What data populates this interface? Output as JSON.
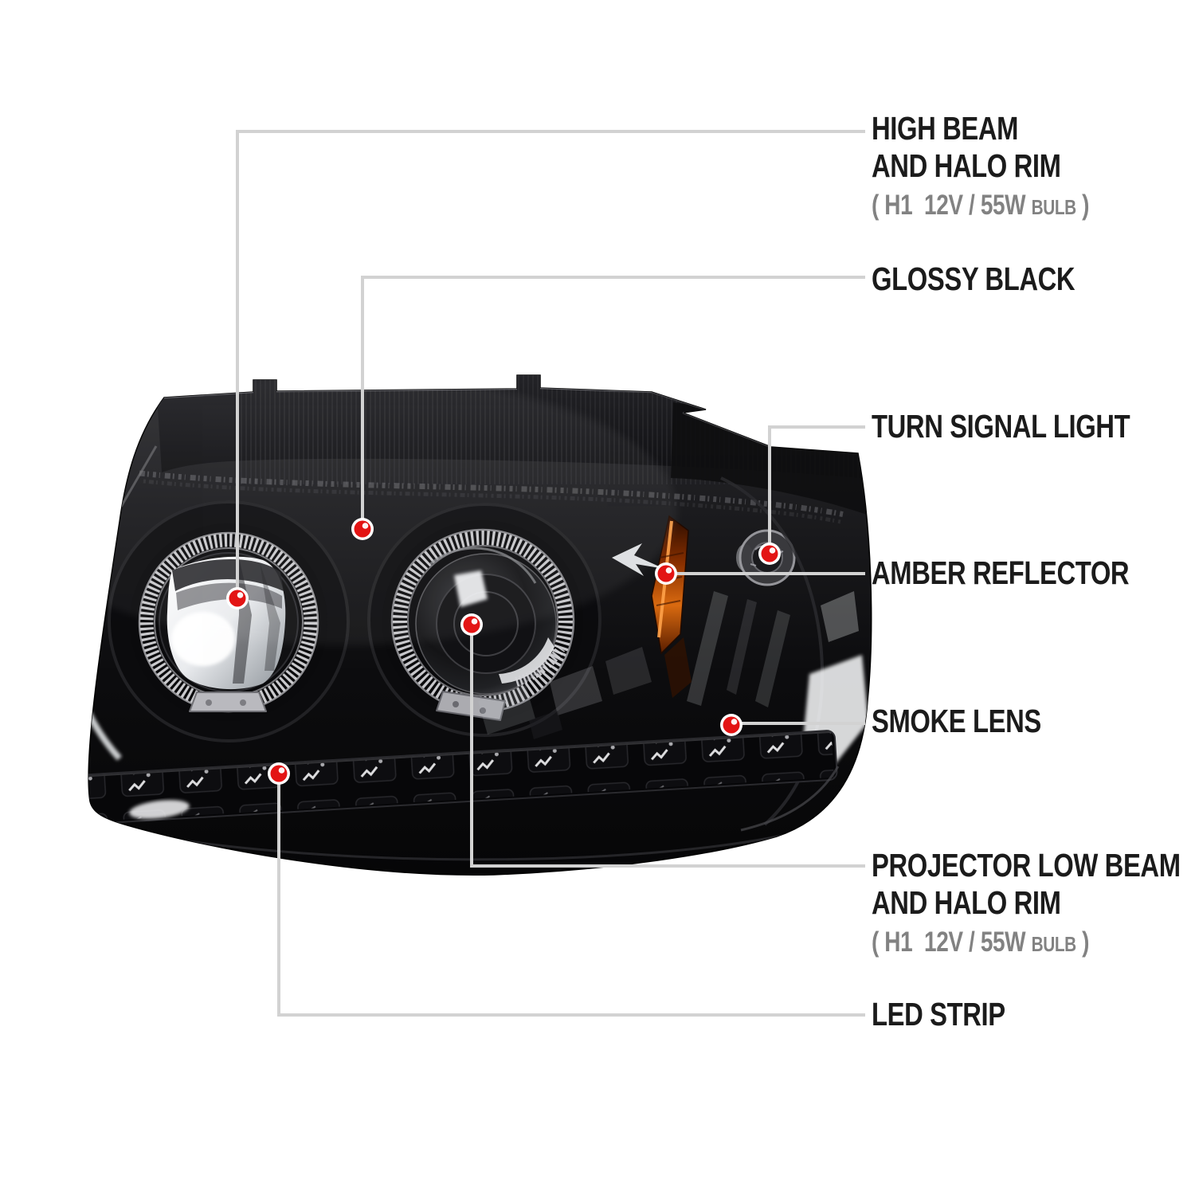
{
  "page": {
    "background": "#ffffff"
  },
  "colors": {
    "marker_red": "#e31414",
    "marker_ring": "#ffffff",
    "leader_line": "#d2d2d2",
    "label_text": "#1b1b1b",
    "label_sub_gray": "#828282",
    "amber_reflector": "#d96a10",
    "housing_black": "#0c0c0e",
    "halo_ring_silver": "#c9c9cc"
  },
  "annotations": [
    {
      "id": "high-beam",
      "line1": "HIGH BEAM",
      "line2": "AND HALO RIM",
      "bulb_open": "( H1  12V / 55W ",
      "bulb_small": "BULB",
      "bulb_close": " )"
    },
    {
      "id": "glossy-black",
      "line1": "GLOSSY BLACK"
    },
    {
      "id": "turn-signal",
      "line1": "TURN SIGNAL LIGHT"
    },
    {
      "id": "amber-reflector",
      "line1": "AMBER REFLECTOR"
    },
    {
      "id": "smoke-lens",
      "line1": "SMOKE LENS"
    },
    {
      "id": "projector-low-beam",
      "line1": "PROJECTOR LOW BEAM",
      "line2": "AND HALO RIM",
      "bulb_open": "( H1  12V / 55W ",
      "bulb_small": "BULB",
      "bulb_close": " )"
    },
    {
      "id": "led-strip",
      "line1": "LED STRIP"
    }
  ]
}
